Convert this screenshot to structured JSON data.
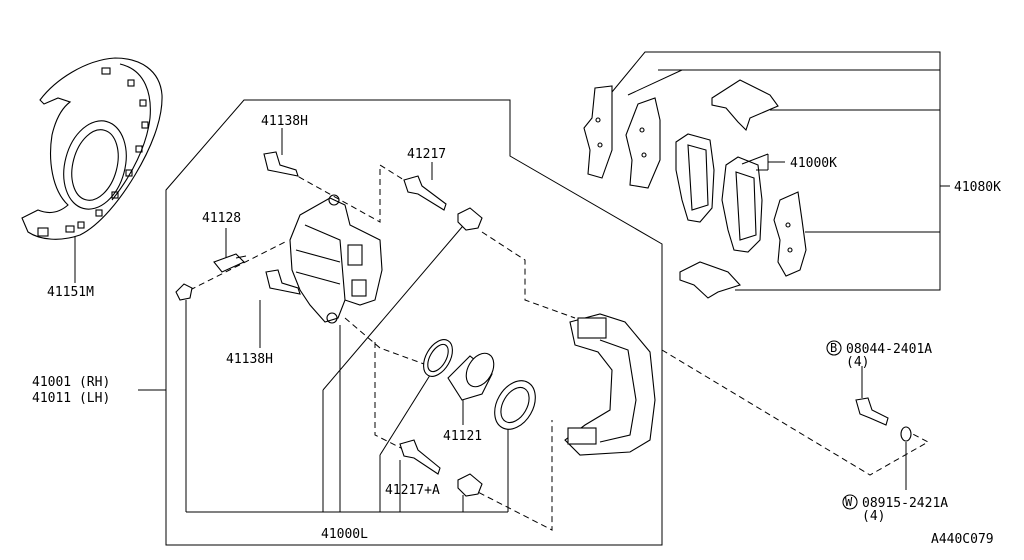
{
  "labels": {
    "p41151M": "41151M",
    "p41138H_top": "41138H",
    "p41217": "41217",
    "p41128": "41128",
    "p41138H_bottom": "41138H",
    "p41001": "41001 (RH)",
    "p41011": "41011 (LH)",
    "p41121": "41121",
    "p41217A": "41217+A",
    "p41000L": "41000L",
    "p41000K": "41000K",
    "p41080K": "41080K",
    "bolt_symbol": "B",
    "bolt_part": "08044-2401A",
    "bolt_qty": "(4)",
    "washer_symbol": "W",
    "washer_part": "08915-2421A",
    "washer_qty": "(4)",
    "diagram_code": "A440C079"
  }
}
